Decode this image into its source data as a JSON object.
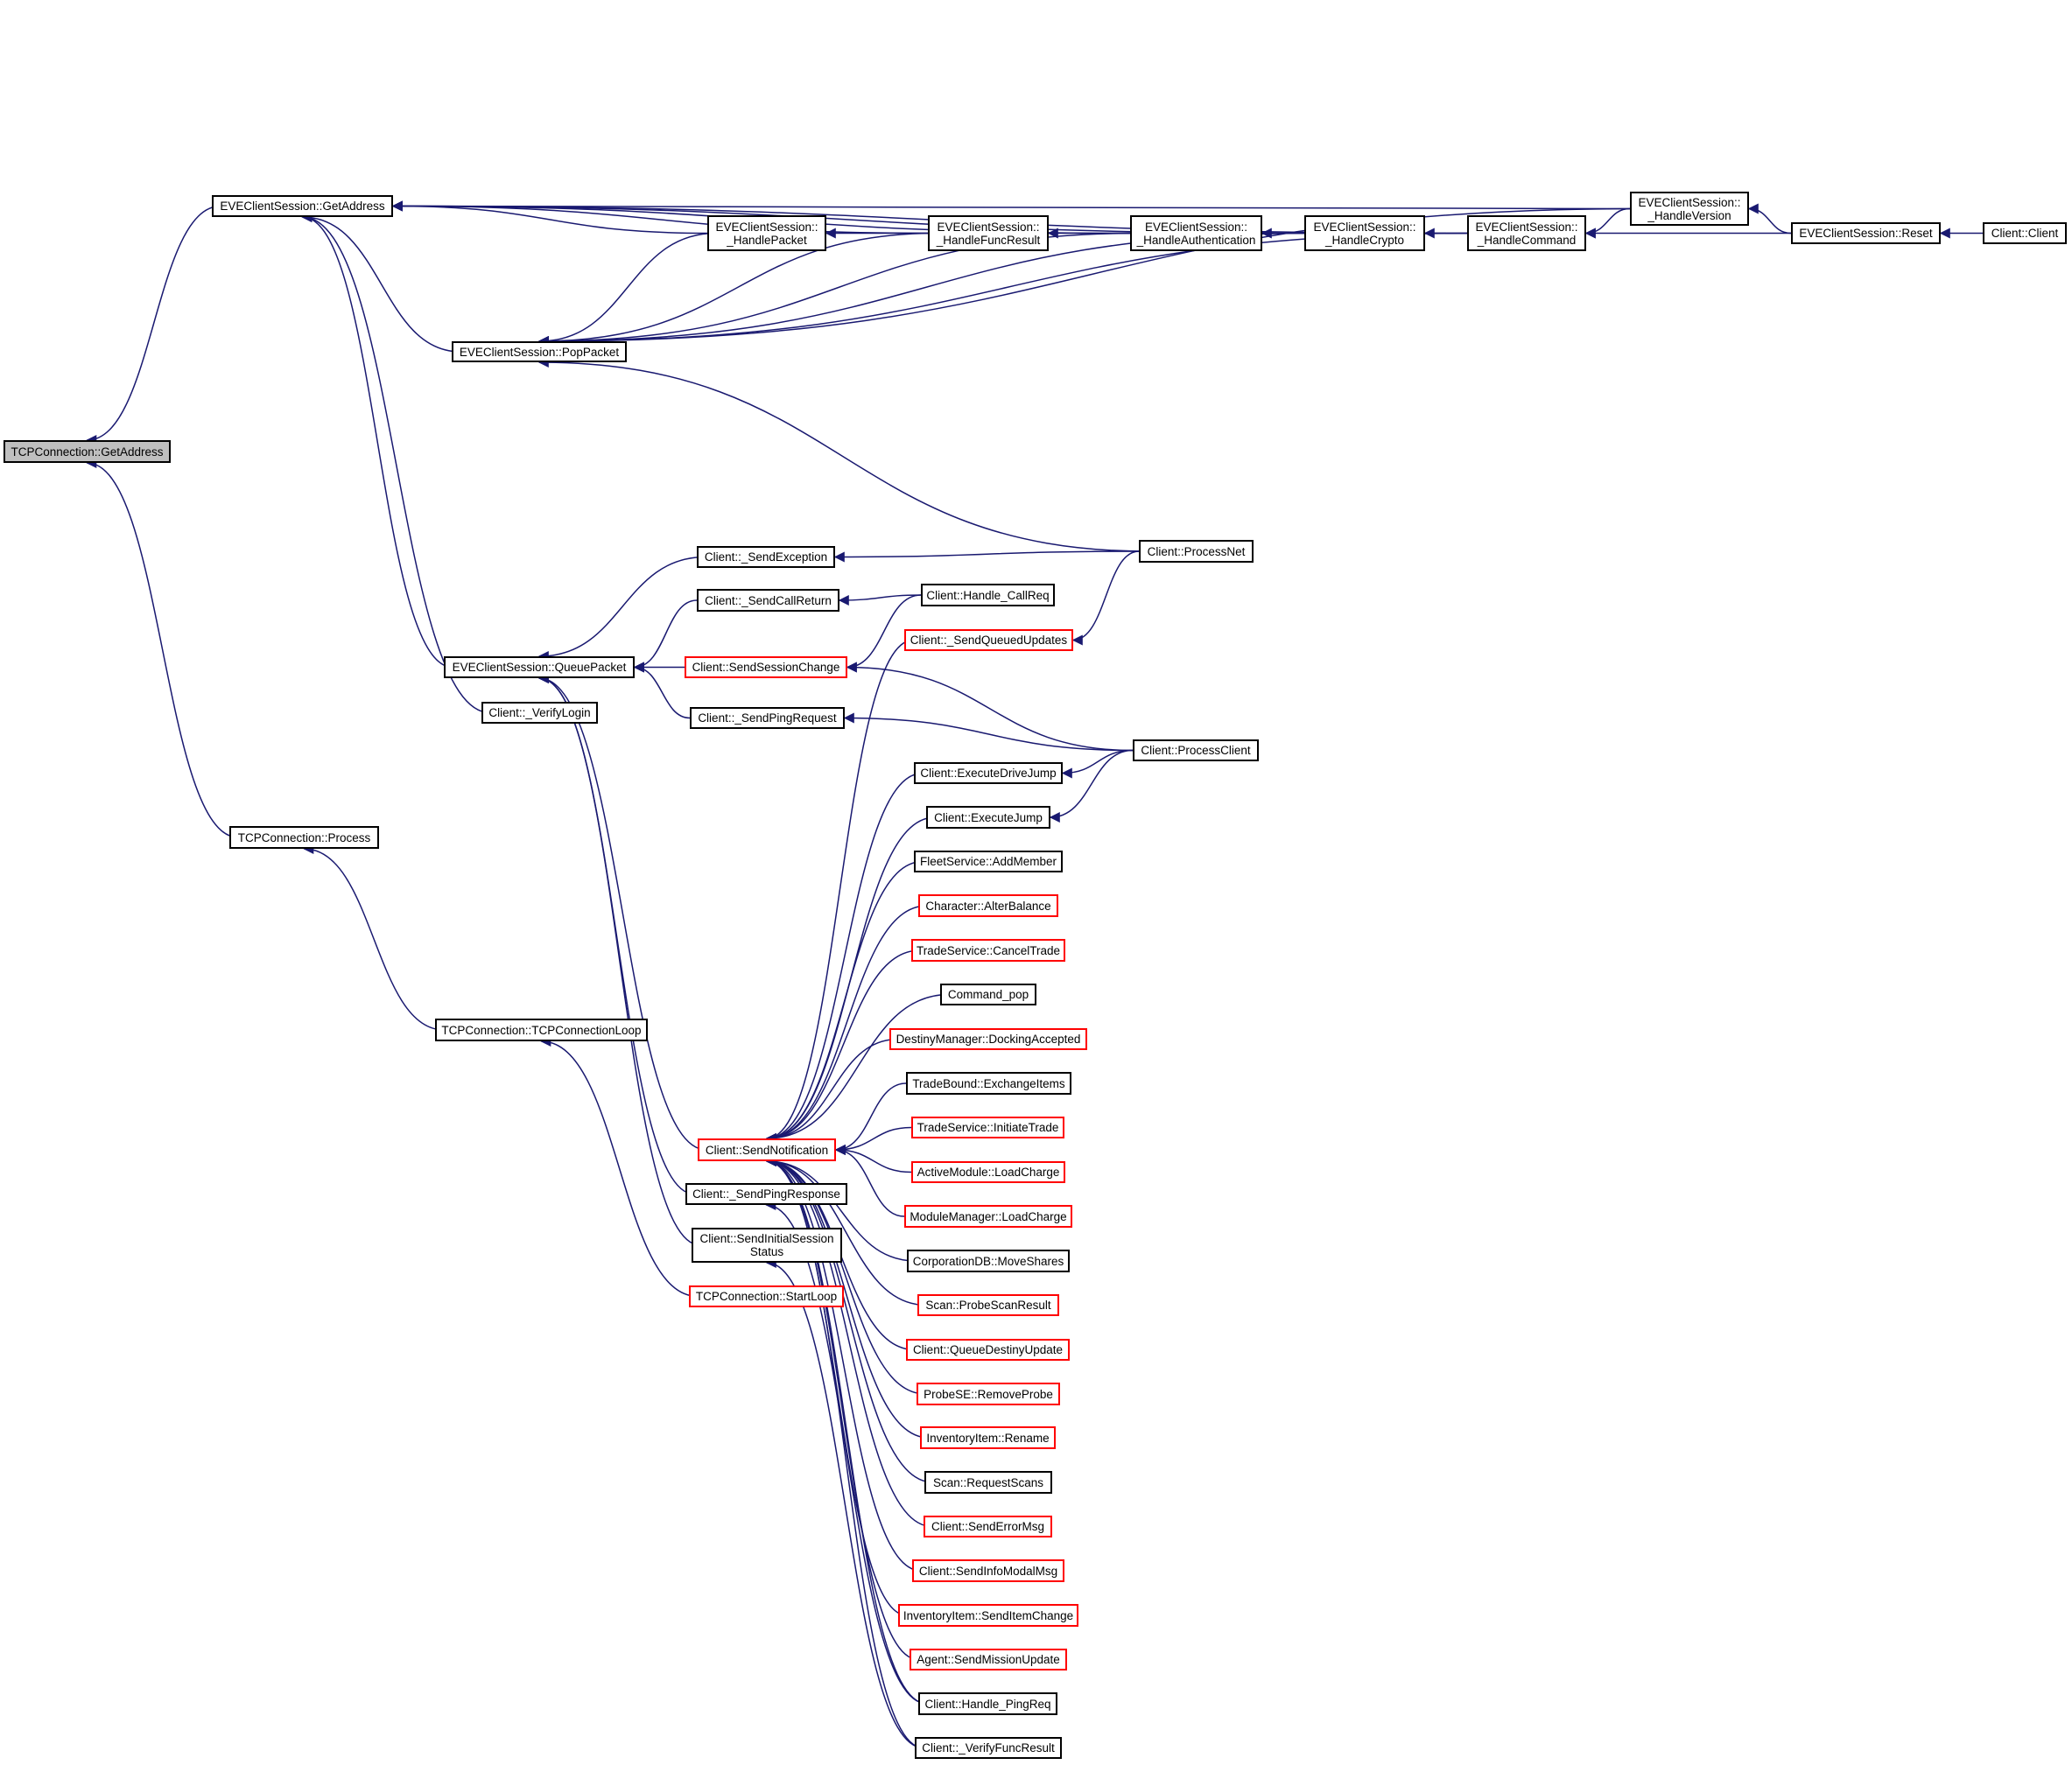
{
  "graph": {
    "type": "caller-graph",
    "edge_color": "#191970",
    "colors": {
      "node_border": "#000000",
      "truncated_border": "#ff0000",
      "root_fill": "#bfbfbf"
    },
    "nodes": [
      {
        "id": "n0",
        "label": "TCPConnection::GetAddress",
        "style": "root"
      },
      {
        "id": "n1",
        "label": "EVEClientSession::GetAddress",
        "style": "normal"
      },
      {
        "id": "n2",
        "label": "EVEClientSession::\n_HandlePacket",
        "style": "normal"
      },
      {
        "id": "n3",
        "label": "EVEClientSession::\n_HandleFuncResult",
        "style": "normal"
      },
      {
        "id": "n4",
        "label": "EVEClientSession::\n_HandleAuthentication",
        "style": "normal"
      },
      {
        "id": "n5",
        "label": "EVEClientSession::\n_HandleCrypto",
        "style": "normal"
      },
      {
        "id": "n6",
        "label": "EVEClientSession::\n_HandleCommand",
        "style": "normal"
      },
      {
        "id": "n7",
        "label": "EVEClientSession::\n_HandleVersion",
        "style": "normal"
      },
      {
        "id": "n8",
        "label": "EVEClientSession::Reset",
        "style": "normal"
      },
      {
        "id": "n9",
        "label": "Client::Client",
        "style": "normal"
      },
      {
        "id": "n10",
        "label": "EVEClientSession::PopPacket",
        "style": "normal"
      },
      {
        "id": "n11",
        "label": "Client::ProcessNet",
        "style": "normal"
      },
      {
        "id": "n12",
        "label": "EVEClientSession::QueuePacket",
        "style": "normal"
      },
      {
        "id": "n13",
        "label": "Client::_SendException",
        "style": "normal"
      },
      {
        "id": "n14",
        "label": "Client::_SendCallReturn",
        "style": "normal"
      },
      {
        "id": "n15",
        "label": "Client::Handle_CallReq",
        "style": "normal"
      },
      {
        "id": "n16",
        "label": "Client::_SendQueuedUpdates",
        "style": "truncated"
      },
      {
        "id": "n17",
        "label": "Client::SendSessionChange",
        "style": "truncated"
      },
      {
        "id": "n18",
        "label": "Client::_SendPingRequest",
        "style": "normal"
      },
      {
        "id": "n19",
        "label": "Client::ProcessClient",
        "style": "normal"
      },
      {
        "id": "n20",
        "label": "Client::_VerifyLogin",
        "style": "normal"
      },
      {
        "id": "n21",
        "label": "TCPConnection::Process",
        "style": "normal"
      },
      {
        "id": "n22",
        "label": "TCPConnection::TCPConnectionLoop",
        "style": "normal"
      },
      {
        "id": "n23",
        "label": "Client::SendNotification",
        "style": "truncated"
      },
      {
        "id": "n24",
        "label": "Client::_SendPingResponse",
        "style": "normal"
      },
      {
        "id": "n25",
        "label": "Client::SendInitialSession\nStatus",
        "style": "normal"
      },
      {
        "id": "n26",
        "label": "TCPConnection::StartLoop",
        "style": "truncated"
      },
      {
        "id": "n27",
        "label": "Client::ExecuteDriveJump",
        "style": "normal"
      },
      {
        "id": "n28",
        "label": "Client::ExecuteJump",
        "style": "normal"
      },
      {
        "id": "n29",
        "label": "FleetService::AddMember",
        "style": "normal"
      },
      {
        "id": "n30",
        "label": "Character::AlterBalance",
        "style": "truncated"
      },
      {
        "id": "n31",
        "label": "TradeService::CancelTrade",
        "style": "truncated"
      },
      {
        "id": "n32",
        "label": "Command_pop",
        "style": "normal"
      },
      {
        "id": "n33",
        "label": "DestinyManager::DockingAccepted",
        "style": "truncated"
      },
      {
        "id": "n34",
        "label": "TradeBound::ExchangeItems",
        "style": "normal"
      },
      {
        "id": "n35",
        "label": "TradeService::InitiateTrade",
        "style": "truncated"
      },
      {
        "id": "n36",
        "label": "ActiveModule::LoadCharge",
        "style": "truncated"
      },
      {
        "id": "n37",
        "label": "ModuleManager::LoadCharge",
        "style": "truncated"
      },
      {
        "id": "n38",
        "label": "CorporationDB::MoveShares",
        "style": "normal"
      },
      {
        "id": "n39",
        "label": "Scan::ProbeScanResult",
        "style": "truncated"
      },
      {
        "id": "n40",
        "label": "Client::QueueDestinyUpdate",
        "style": "truncated"
      },
      {
        "id": "n41",
        "label": "ProbeSE::RemoveProbe",
        "style": "truncated"
      },
      {
        "id": "n42",
        "label": "InventoryItem::Rename",
        "style": "truncated"
      },
      {
        "id": "n43",
        "label": "Scan::RequestScans",
        "style": "normal"
      },
      {
        "id": "n44",
        "label": "Client::SendErrorMsg",
        "style": "truncated"
      },
      {
        "id": "n45",
        "label": "Client::SendInfoModalMsg",
        "style": "truncated"
      },
      {
        "id": "n46",
        "label": "InventoryItem::SendItemChange",
        "style": "truncated"
      },
      {
        "id": "n47",
        "label": "Agent::SendMissionUpdate",
        "style": "truncated"
      },
      {
        "id": "n48",
        "label": "Client::Handle_PingReq",
        "style": "normal"
      },
      {
        "id": "n49",
        "label": "Client::_VerifyFuncResult",
        "style": "normal"
      }
    ],
    "edges": [
      [
        "n1",
        "n0"
      ],
      [
        "n21",
        "n0"
      ],
      [
        "n2",
        "n1"
      ],
      [
        "n3",
        "n1"
      ],
      [
        "n4",
        "n1"
      ],
      [
        "n5",
        "n1"
      ],
      [
        "n6",
        "n1"
      ],
      [
        "n7",
        "n1"
      ],
      [
        "n10",
        "n1"
      ],
      [
        "n12",
        "n1"
      ],
      [
        "n20",
        "n1"
      ],
      [
        "n3",
        "n2"
      ],
      [
        "n4",
        "n3"
      ],
      [
        "n5",
        "n4"
      ],
      [
        "n6",
        "n5"
      ],
      [
        "n7",
        "n6"
      ],
      [
        "n8",
        "n6"
      ],
      [
        "n8",
        "n7"
      ],
      [
        "n9",
        "n8"
      ],
      [
        "n2",
        "n10"
      ],
      [
        "n3",
        "n10"
      ],
      [
        "n4",
        "n10"
      ],
      [
        "n5",
        "n10"
      ],
      [
        "n6",
        "n10"
      ],
      [
        "n7",
        "n10"
      ],
      [
        "n11",
        "n10"
      ],
      [
        "n13",
        "n12"
      ],
      [
        "n14",
        "n12"
      ],
      [
        "n17",
        "n12"
      ],
      [
        "n18",
        "n12"
      ],
      [
        "n23",
        "n12"
      ],
      [
        "n24",
        "n12"
      ],
      [
        "n25",
        "n12"
      ],
      [
        "n11",
        "n13"
      ],
      [
        "n15",
        "n14"
      ],
      [
        "n15",
        "n17"
      ],
      [
        "n11",
        "n16"
      ],
      [
        "n19",
        "n17"
      ],
      [
        "n19",
        "n18"
      ],
      [
        "n19",
        "n27"
      ],
      [
        "n19",
        "n28"
      ],
      [
        "n22",
        "n21"
      ],
      [
        "n26",
        "n22"
      ],
      [
        "n16",
        "n23"
      ],
      [
        "n27",
        "n23"
      ],
      [
        "n28",
        "n23"
      ],
      [
        "n29",
        "n23"
      ],
      [
        "n30",
        "n23"
      ],
      [
        "n31",
        "n23"
      ],
      [
        "n32",
        "n23"
      ],
      [
        "n33",
        "n23"
      ],
      [
        "n34",
        "n23"
      ],
      [
        "n35",
        "n23"
      ],
      [
        "n36",
        "n23"
      ],
      [
        "n37",
        "n23"
      ],
      [
        "n38",
        "n23"
      ],
      [
        "n39",
        "n23"
      ],
      [
        "n40",
        "n23"
      ],
      [
        "n41",
        "n23"
      ],
      [
        "n42",
        "n23"
      ],
      [
        "n43",
        "n23"
      ],
      [
        "n44",
        "n23"
      ],
      [
        "n45",
        "n23"
      ],
      [
        "n46",
        "n23"
      ],
      [
        "n47",
        "n23"
      ],
      [
        "n48",
        "n23"
      ],
      [
        "n49",
        "n23"
      ],
      [
        "n48",
        "n24"
      ],
      [
        "n49",
        "n25"
      ]
    ]
  }
}
